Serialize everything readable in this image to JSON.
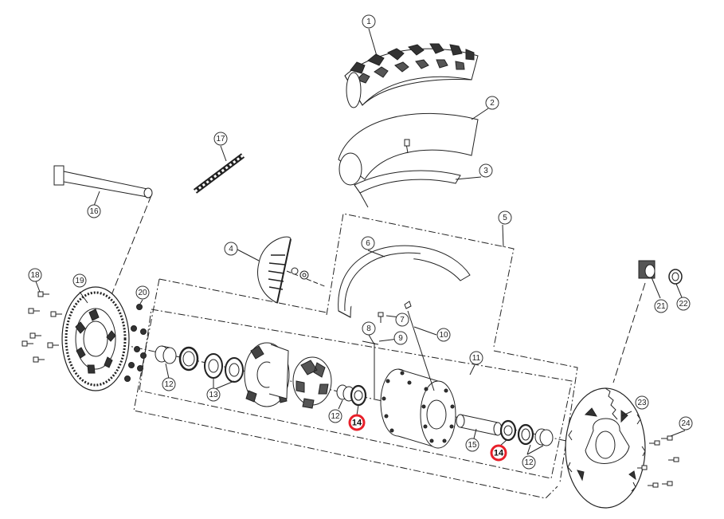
{
  "diagram": {
    "highlight_color": "#e8202a",
    "callouts": [
      {
        "id": "c1",
        "label": "1"
      },
      {
        "id": "c2",
        "label": "2"
      },
      {
        "id": "c3",
        "label": "3"
      },
      {
        "id": "c4",
        "label": "4"
      },
      {
        "id": "c5",
        "label": "5"
      },
      {
        "id": "c6",
        "label": "6"
      },
      {
        "id": "c7",
        "label": "7"
      },
      {
        "id": "c8",
        "label": "8"
      },
      {
        "id": "c9",
        "label": "9"
      },
      {
        "id": "c10",
        "label": "10"
      },
      {
        "id": "c11",
        "label": "11"
      },
      {
        "id": "c12a",
        "label": "12"
      },
      {
        "id": "c12b",
        "label": "12"
      },
      {
        "id": "c12c",
        "label": "12"
      },
      {
        "id": "c13",
        "label": "13"
      },
      {
        "id": "c14a",
        "label": "14",
        "highlight": true
      },
      {
        "id": "c14b",
        "label": "14",
        "highlight": true
      },
      {
        "id": "c15",
        "label": "15"
      },
      {
        "id": "c16",
        "label": "16"
      },
      {
        "id": "c17",
        "label": "17"
      },
      {
        "id": "c18",
        "label": "18"
      },
      {
        "id": "c19",
        "label": "19"
      },
      {
        "id": "c20",
        "label": "20"
      },
      {
        "id": "c21",
        "label": "21"
      },
      {
        "id": "c22",
        "label": "22"
      },
      {
        "id": "c23",
        "label": "23"
      },
      {
        "id": "c24",
        "label": "24"
      }
    ]
  }
}
